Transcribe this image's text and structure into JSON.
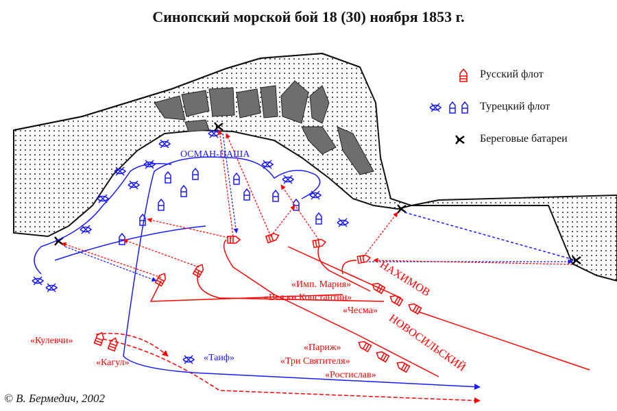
{
  "title": "Синопский морской бой 18 (30) ноября 1853 г.",
  "legend": [
    {
      "label": "Русский флот",
      "icon": "russian-ship-icon",
      "color": "#ff0000"
    },
    {
      "label": "Турецкий флот",
      "icon": "turkish-ship-icon",
      "color": "#1a1aff"
    },
    {
      "label": "Береговые батареи",
      "icon": "coastal-battery-icon",
      "color": "#000000"
    }
  ],
  "labels": {
    "osman_pasha": "ОСМАН-ПАША",
    "nakhimov": "НАХИМОВ",
    "novosilsky": "НОВОСИЛЬСКИЙ",
    "imp_maria": "«Имп. Мария»",
    "vel_kn_konstantin": "«Вел.кн.Константин»",
    "chesma": "«Чесма»",
    "parizh": "«Париж»",
    "tri_svyatitelya": "«Три Святителя»",
    "rostislav": "«Ростислав»",
    "kulevchi": "«Кулевчи»",
    "kagul": "«Кагул»",
    "taif": "«Таиф»"
  },
  "credit": "© В. Бермедич, 2002",
  "colors": {
    "russian": "#ff0000",
    "turkish": "#1a1aff",
    "town": "#6e6e6e"
  }
}
